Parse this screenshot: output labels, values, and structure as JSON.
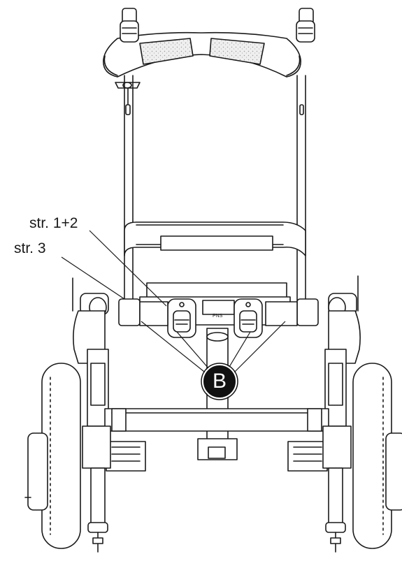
{
  "callouts": {
    "str_12": "str. 1+2",
    "str_3": "str. 3",
    "badge": "B"
  },
  "colors": {
    "line": "#1a1a1a",
    "fill_light": "#ffffff",
    "fill_grey": "#d9d9d9",
    "badge_bg": "#111111"
  }
}
